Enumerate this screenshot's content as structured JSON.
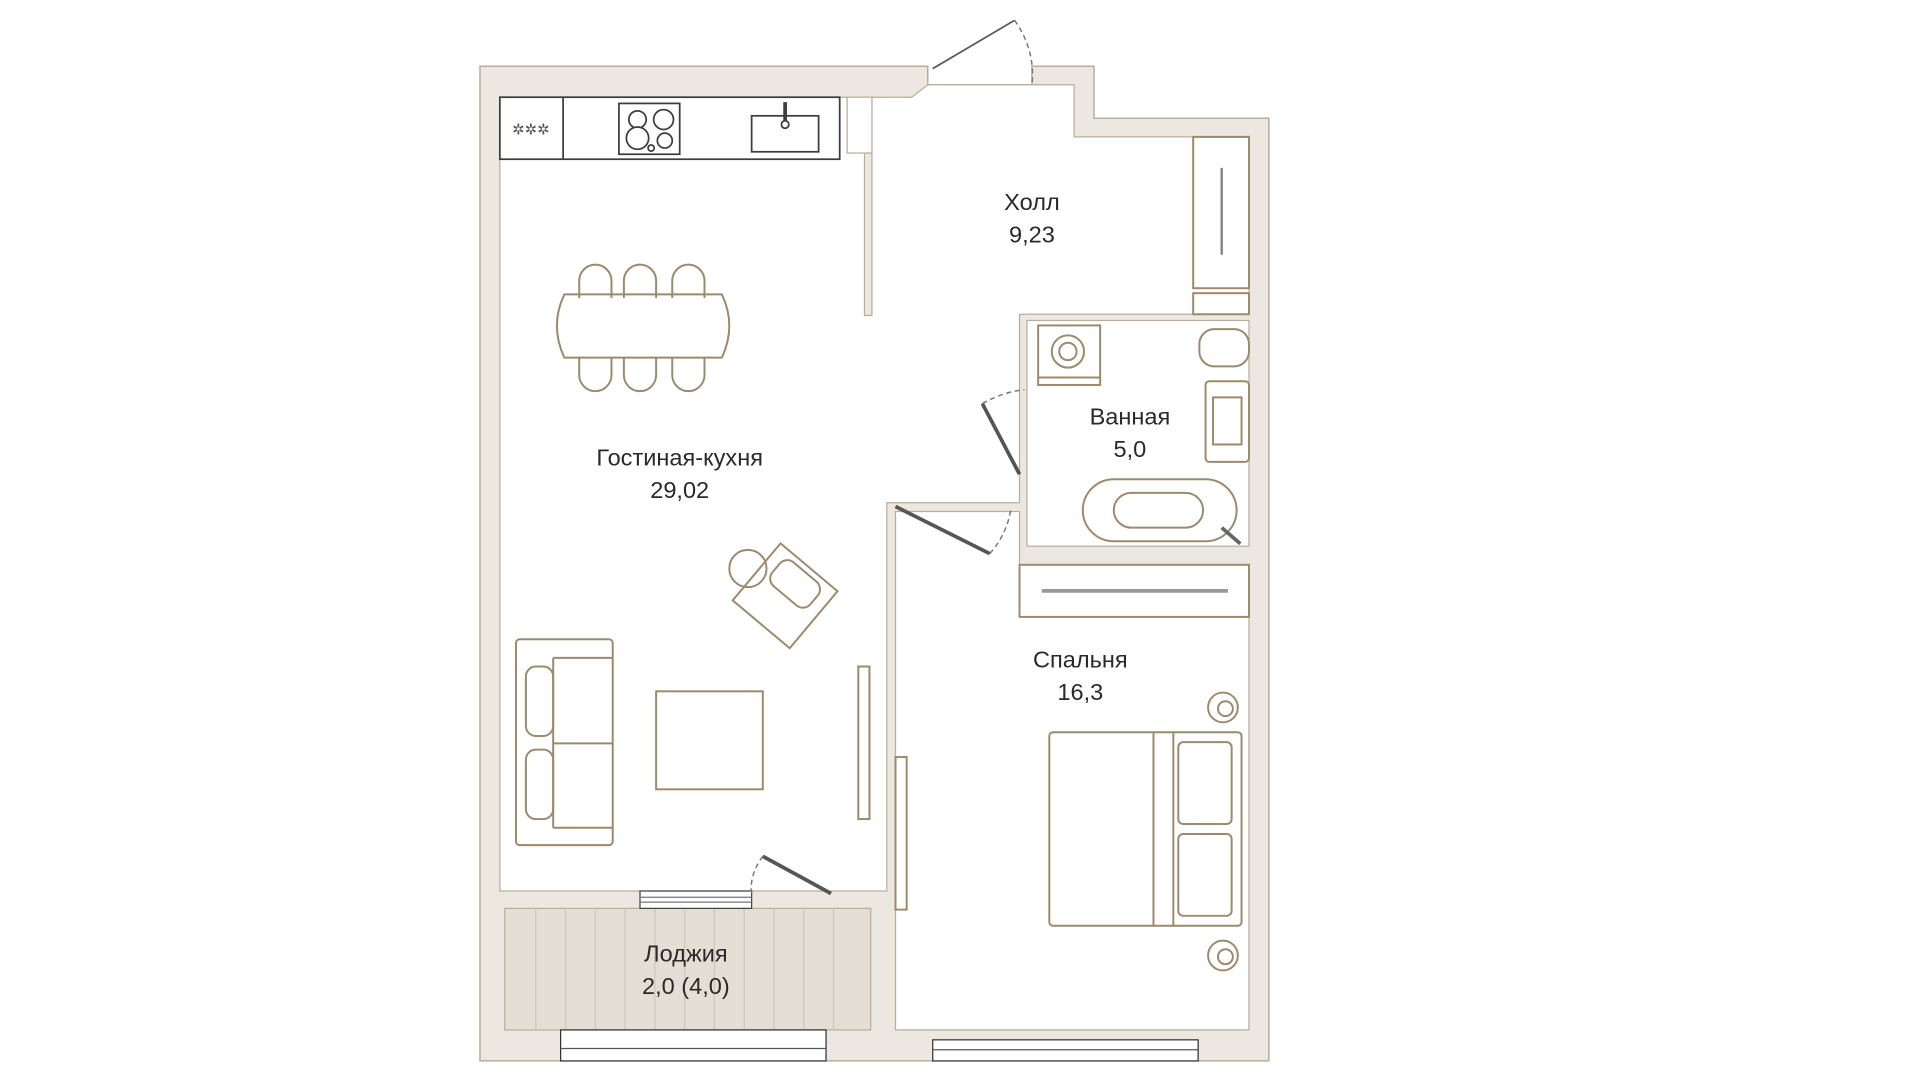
{
  "plan": {
    "rooms": [
      {
        "name": "Гостиная-кухня",
        "area": "29,02"
      },
      {
        "name": "Холл",
        "area": "9,23"
      },
      {
        "name": "Ванная",
        "area": "5,0"
      },
      {
        "name": "Спальня",
        "area": "16,3"
      },
      {
        "name": "Лоджия",
        "area": "2,0 (4,0)"
      }
    ],
    "colors": {
      "wall": "#ece8e1",
      "furniture": "#9b8a6c",
      "loggia": "#e4ded4"
    }
  }
}
